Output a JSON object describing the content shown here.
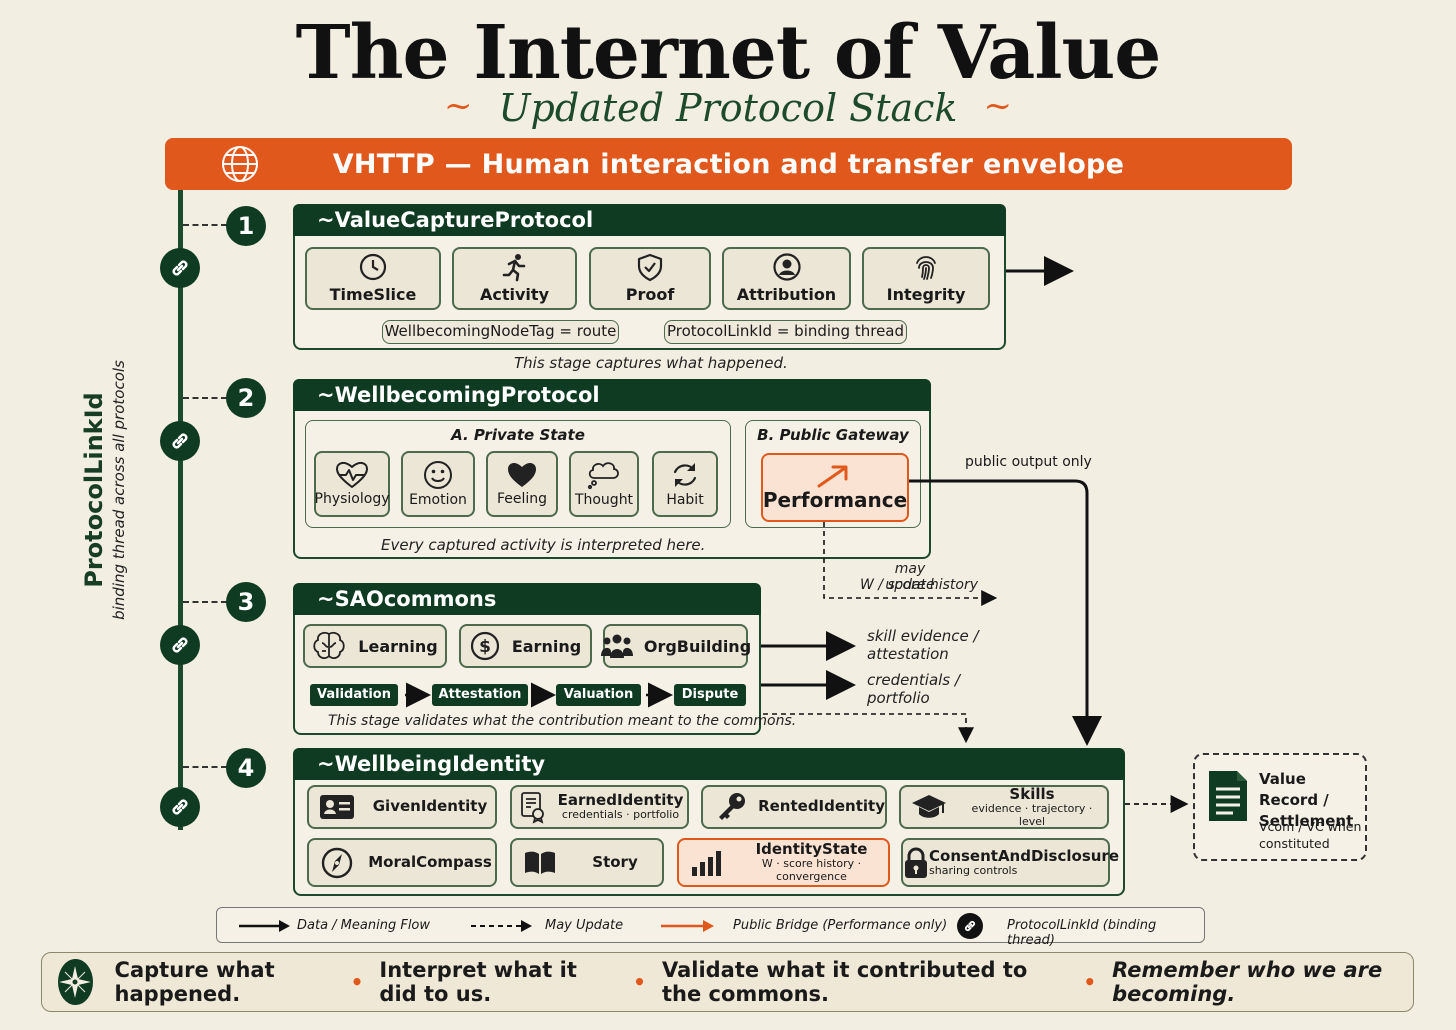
{
  "title": "The Internet of Value",
  "subtitle": "Updated Protocol Stack",
  "subtitle_tilde": "~",
  "banner": {
    "label": "VHTTP — Human interaction and transfer envelope"
  },
  "thread": {
    "label": "ProtocolLinkId",
    "sublabel": "binding thread across all protocols"
  },
  "stages": {
    "s1": {
      "number": "1",
      "name": "~ValueCaptureProtocol",
      "items": [
        "TimeSlice",
        "Activity",
        "Proof",
        "Attribution",
        "Integrity"
      ],
      "tags": [
        "WellbecomingNodeTag = route",
        "ProtocolLinkId = binding thread"
      ],
      "caption": "This stage captures what happened."
    },
    "s2": {
      "number": "2",
      "name": "~WellbecomingProtocol",
      "private_title": "A. Private State",
      "private_items": [
        "Physiology",
        "Emotion",
        "Feeling",
        "Thought",
        "Habit"
      ],
      "public_title": "B. Public Gateway",
      "public_item": "Performance",
      "caption": "Every captured activity is interpreted here.",
      "public_output_label": "public output only",
      "may_update_label_1": "may update",
      "may_update_label_2": "W / score history"
    },
    "s3": {
      "number": "3",
      "name": "~SAOcommons",
      "items": [
        "Learning",
        "Earning",
        "OrgBuilding"
      ],
      "steps": [
        "Validation",
        "Attestation",
        "Valuation",
        "Dispute"
      ],
      "caption": "This stage validates what the contribution meant to the commons.",
      "out1_a": "skill evidence /",
      "out1_b": "attestation",
      "out2_a": "credentials /",
      "out2_b": "portfolio"
    },
    "s4": {
      "number": "4",
      "name": "~WellbeingIdentity",
      "row1": [
        {
          "label": "GivenIdentity",
          "sub": ""
        },
        {
          "label": "EarnedIdentity",
          "sub": "credentials · portfolio"
        },
        {
          "label": "RentedIdentity",
          "sub": ""
        },
        {
          "label": "Skills",
          "sub": "evidence · trajectory · level"
        }
      ],
      "row2": [
        {
          "label": "MoralCompass",
          "sub": ""
        },
        {
          "label": "Story",
          "sub": ""
        },
        {
          "label": "IdentityState",
          "sub": "W · score history · convergence"
        },
        {
          "label": "ConsentAndDisclosure",
          "sub": "sharing controls"
        }
      ]
    }
  },
  "value_record": {
    "title_1": "Value Record /",
    "title_2": "Settlement",
    "note_1": "Vcom / VC when",
    "note_2": "constituted"
  },
  "legend": [
    "Data / Meaning Flow",
    "May Update",
    "Public Bridge (Performance only)",
    "ProtocolLinkId (binding thread)"
  ],
  "footer": [
    "Capture what happened.",
    "Interpret what it did to us.",
    "Validate what it contributed to the commons.",
    "Remember who we are becoming."
  ],
  "colors": {
    "green": "#0f3b22",
    "orange": "#e0581c",
    "cream": "#f3eee2"
  }
}
